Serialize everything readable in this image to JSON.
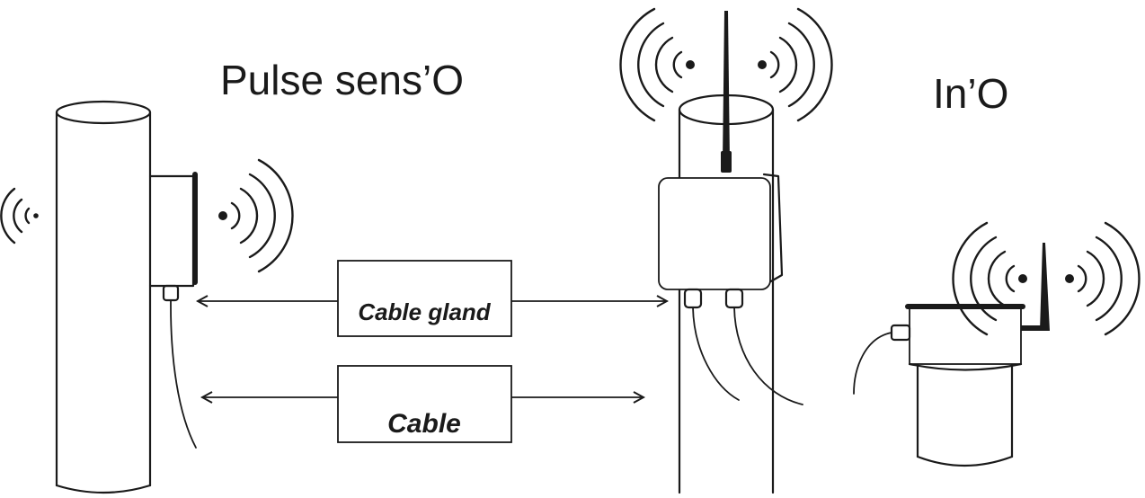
{
  "labels": {
    "pulse_sens": "Pulse sens’O",
    "in_o": "In’O",
    "cable_gland": "Cable gland",
    "cable": "Cable"
  },
  "icons": {
    "signal": "wireless-signal-icon",
    "antenna": "antenna-icon"
  },
  "colors": {
    "stroke": "#1a1a1a",
    "background": "#ffffff"
  }
}
